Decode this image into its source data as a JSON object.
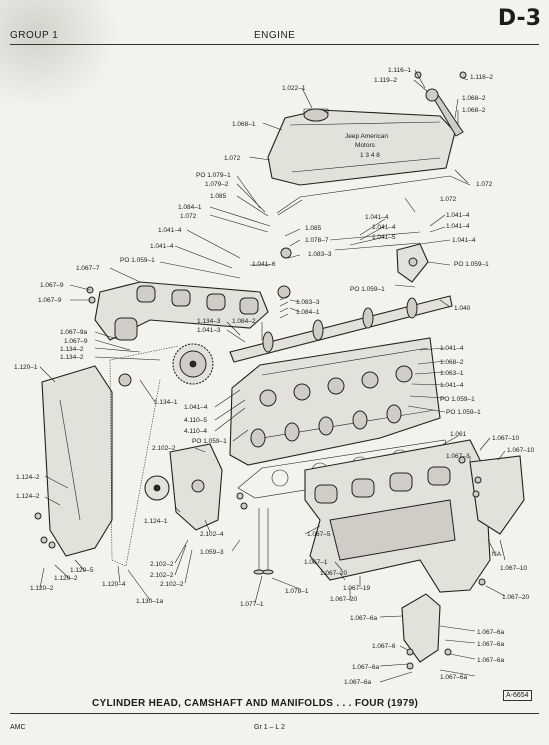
{
  "header": {
    "group": "GROUP 1",
    "section": "ENGINE",
    "page_code": "D-3"
  },
  "caption": "CYLINDER HEAD, CAMSHAFT AND MANIFOLDS . . . FOUR (1979)",
  "figure_number": "A-6654",
  "footer": {
    "left": "AMC",
    "center": "Gr 1 – L 2"
  },
  "callouts": [
    "1.116–1",
    "1.119–2",
    "1.116–2",
    "1.068–2",
    "1.068–2",
    "1.022–1",
    "1.068–1",
    "1.072",
    "1.072",
    "PO 1.079–1",
    "1.079–2",
    "1.085",
    "1.084–1",
    "1.072",
    "1.085",
    "1.078–7",
    "1.041–4",
    "1.041–4",
    "1.041–4",
    "1.041–5",
    "1.072",
    "1.041–4",
    "1.041–4",
    "1.041–4",
    "1.041–4",
    "PO 1.059–1",
    "1.041–6",
    "1.083–3",
    "1.067–7",
    "1.067–9",
    "1.067–9",
    "PO 1.059–1",
    "PO 1.059–1",
    "1.083–3",
    "1.084–1",
    "1.040",
    "1.067–9a",
    "1.067–9",
    "1.134–2",
    "1.134–2",
    "1.134–3",
    "1.041–3",
    "1.084–2",
    "1.041–4",
    "1.120–1",
    "1.068–2",
    "1.063–1",
    "1.041–4",
    "PO 1.059–1",
    "PO 1.059–1",
    "1.134–1",
    "1.041–4",
    "4.110–5",
    "4.110–4",
    "PO 1.059–1",
    "1.061",
    "1.067–10",
    "1.067–10",
    "2.102–2",
    "1.067–3",
    "1.124–2",
    "1.124–2",
    "1.124–1",
    "2.102–4",
    "1.059–3",
    "1.067–5",
    "1.120–5",
    "1.120–2",
    "1.120–2",
    "2.102–2",
    "2.102–2",
    "2.102–2",
    "1.120–4",
    "1.130–1a",
    "1.067–1",
    "1.067–20",
    "1.067–19",
    "1.067–20",
    "1.078–1",
    "1.077–1",
    "NA",
    "1.067–10",
    "1.067–20",
    "1.067–6a",
    "1.067–6",
    "1.067–6a",
    "1.067–6a",
    "1.067–6a",
    "1.067–6a",
    "1.067–6a",
    "1.067–6a"
  ]
}
